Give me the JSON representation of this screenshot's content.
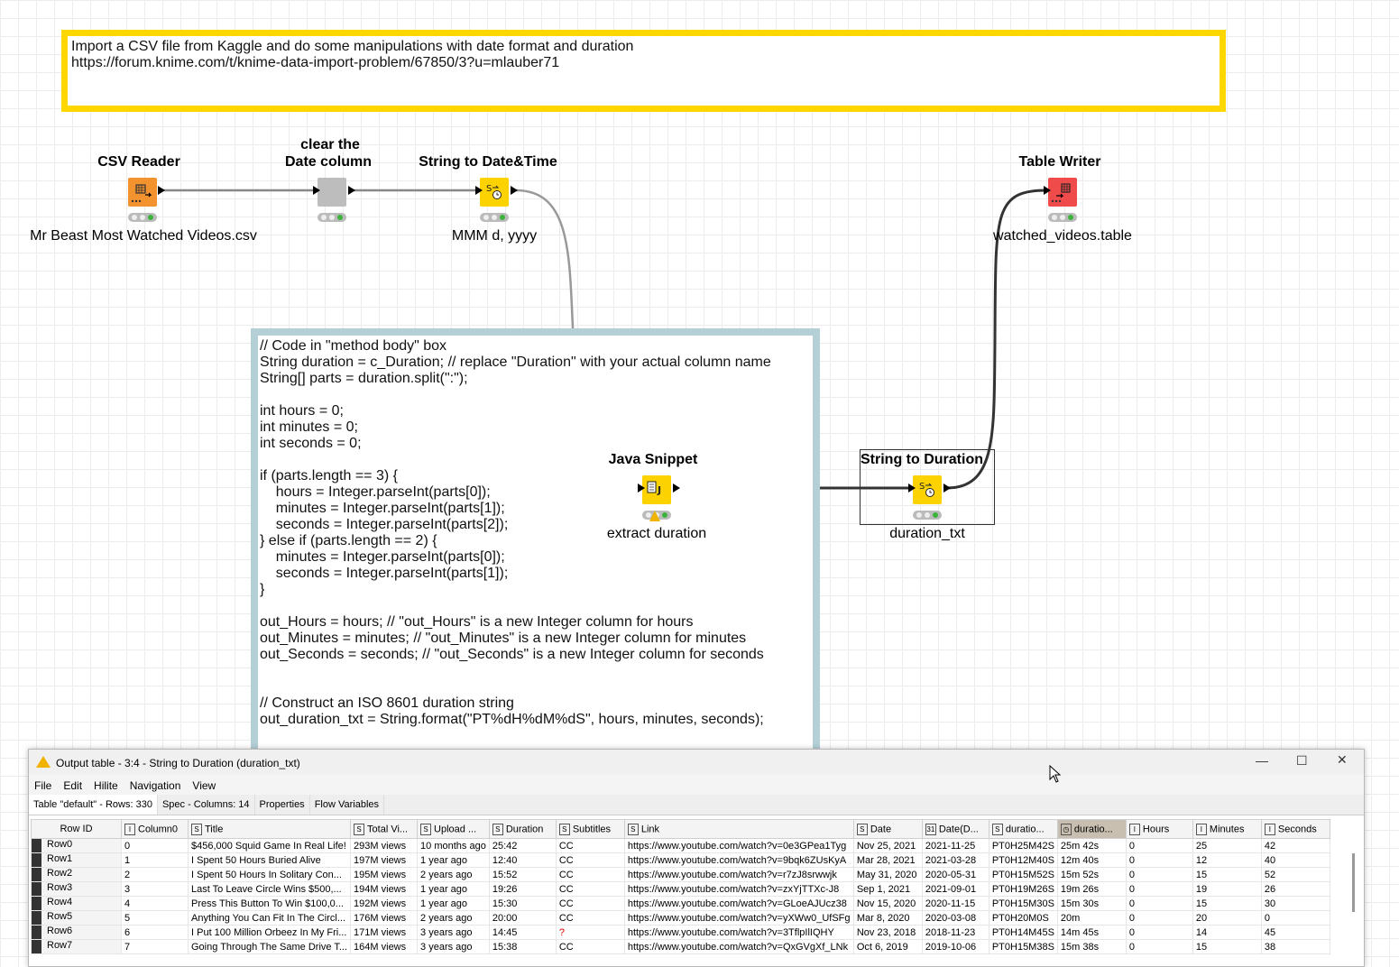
{
  "annotations": {
    "top": [
      "Import a CSV file from Kaggle and do some manipulations with date format and duration",
      "https://forum.knime.com/t/knime-data-import-problem/67850/3?u=mlauber71"
    ],
    "code": [
      "// Code in \"method body\" box",
      "String duration = c_Duration; // replace \"Duration\" with your actual column name",
      "String[] parts = duration.split(\":\");",
      "",
      "int hours = 0;",
      "int minutes = 0;",
      "int seconds = 0;",
      "",
      "if (parts.length == 3) {",
      "    hours = Integer.parseInt(parts[0]);",
      "    minutes = Integer.parseInt(parts[1]);",
      "    seconds = Integer.parseInt(parts[2]);",
      "} else if (parts.length == 2) {",
      "    minutes = Integer.parseInt(parts[0]);",
      "    seconds = Integer.parseInt(parts[1]);",
      "}",
      "",
      "out_Hours = hours; // \"out_Hours\" is a new Integer column for hours",
      "out_Minutes = minutes; // \"out_Minutes\" is a new Integer column for minutes",
      "out_Seconds = seconds; // \"out_Seconds\" is a new Integer column for seconds",
      "",
      "",
      "// Construct an ISO 8601 duration string",
      "out_duration_txt = String.format(\"PT%dH%dM%dS\", hours, minutes, seconds);"
    ]
  },
  "nodes": {
    "csv_reader": {
      "title": "CSV Reader",
      "label": "Mr Beast Most Watched Videos.csv",
      "color": "#f39330"
    },
    "clear_date": {
      "title_line1": "clear the",
      "title_line2": "Date column",
      "label": "",
      "color": "#bdbdbd"
    },
    "string_to_datetime": {
      "title": "String to Date&Time",
      "label": "MMM d, yyyy",
      "color": "#fcd200"
    },
    "table_writer": {
      "title": "Table Writer",
      "label": "watched_videos.table",
      "color": "#f04b4b"
    },
    "java_snippet": {
      "title": "Java Snippet",
      "label": "extract duration",
      "color": "#fcd200"
    },
    "string_to_duration": {
      "title": "String to Duration",
      "label": "duration_txt",
      "color": "#fcd200"
    }
  },
  "window": {
    "title": "Output table - 3:4 - String to Duration (duration_txt)",
    "menu": [
      "File",
      "Edit",
      "Hilite",
      "Navigation",
      "View"
    ],
    "tabs": [
      "Table \"default\" - Rows: 330",
      "Spec - Columns: 14",
      "Properties",
      "Flow Variables"
    ],
    "columns": [
      {
        "type": "",
        "name": "Row ID"
      },
      {
        "type": "I",
        "name": "Column0"
      },
      {
        "type": "S",
        "name": "Title"
      },
      {
        "type": "S",
        "name": "Total Vi..."
      },
      {
        "type": "S",
        "name": "Upload ..."
      },
      {
        "type": "S",
        "name": "Duration"
      },
      {
        "type": "S",
        "name": "Subtitles"
      },
      {
        "type": "S",
        "name": "Link"
      },
      {
        "type": "S",
        "name": "Date"
      },
      {
        "type": "31",
        "name": "Date(D..."
      },
      {
        "type": "S",
        "name": "duratio..."
      },
      {
        "type": "◷",
        "name": "duratio..."
      },
      {
        "type": "I",
        "name": "Hours"
      },
      {
        "type": "I",
        "name": "Minutes"
      },
      {
        "type": "I",
        "name": "Seconds"
      }
    ],
    "rows": [
      [
        "Row0",
        "0",
        "$456,000 Squid Game In Real Life!",
        "293M views",
        "10 months ago",
        "25:42",
        "CC",
        "https://www.youtube.com/watch?v=0e3GPea1Tyg",
        "Nov 25, 2021",
        "2021-11-25",
        "PT0H25M42S",
        "25m 42s",
        "0",
        "25",
        "42"
      ],
      [
        "Row1",
        "1",
        "I Spent 50 Hours Buried Alive",
        "197M views",
        "1 year ago",
        "12:40",
        "CC",
        "https://www.youtube.com/watch?v=9bqk6ZUsKyA",
        "Mar 28, 2021",
        "2021-03-28",
        "PT0H12M40S",
        "12m 40s",
        "0",
        "12",
        "40"
      ],
      [
        "Row2",
        "2",
        "I Spent 50 Hours In Solitary Con...",
        "195M views",
        "2 years ago",
        "15:52",
        "CC",
        "https://www.youtube.com/watch?v=r7zJ8srwwjk",
        "May 31, 2020",
        "2020-05-31",
        "PT0H15M52S",
        "15m 52s",
        "0",
        "15",
        "52"
      ],
      [
        "Row3",
        "3",
        "Last To Leave Circle Wins $500,...",
        "194M views",
        "1 year ago",
        "19:26",
        "CC",
        "https://www.youtube.com/watch?v=zxYjTTXc-J8",
        "Sep 1, 2021",
        "2021-09-01",
        "PT0H19M26S",
        "19m 26s",
        "0",
        "19",
        "26"
      ],
      [
        "Row4",
        "4",
        "Press This Button To Win $100,0...",
        "192M views",
        "1 year ago",
        "15:30",
        "CC",
        "https://www.youtube.com/watch?v=GLoeAJUcz38",
        "Nov 15, 2020",
        "2020-11-15",
        "PT0H15M30S",
        "15m 30s",
        "0",
        "15",
        "30"
      ],
      [
        "Row5",
        "5",
        "Anything You Can Fit In The Circl...",
        "176M views",
        "2 years ago",
        "20:00",
        "CC",
        "https://www.youtube.com/watch?v=yXWw0_UfSFg",
        "Mar 8, 2020",
        "2020-03-08",
        "PT0H20M0S",
        "20m",
        "0",
        "20",
        "0"
      ],
      [
        "Row6",
        "6",
        "I Put 100 Million Orbeez In My Fri...",
        "171M views",
        "3 years ago",
        "14:45",
        "?",
        "https://www.youtube.com/watch?v=3TflpIlIQHY",
        "Nov 23, 2018",
        "2018-11-23",
        "PT0H14M45S",
        "14m 45s",
        "0",
        "14",
        "45"
      ],
      [
        "Row7",
        "7",
        "Going Through The Same Drive T...",
        "164M views",
        "3 years ago",
        "15:38",
        "CC",
        "https://www.youtube.com/watch?v=QxGVgXf_LNk",
        "Oct 6, 2019",
        "2019-10-06",
        "PT0H15M38S",
        "15m 38s",
        "0",
        "15",
        "38"
      ]
    ]
  }
}
